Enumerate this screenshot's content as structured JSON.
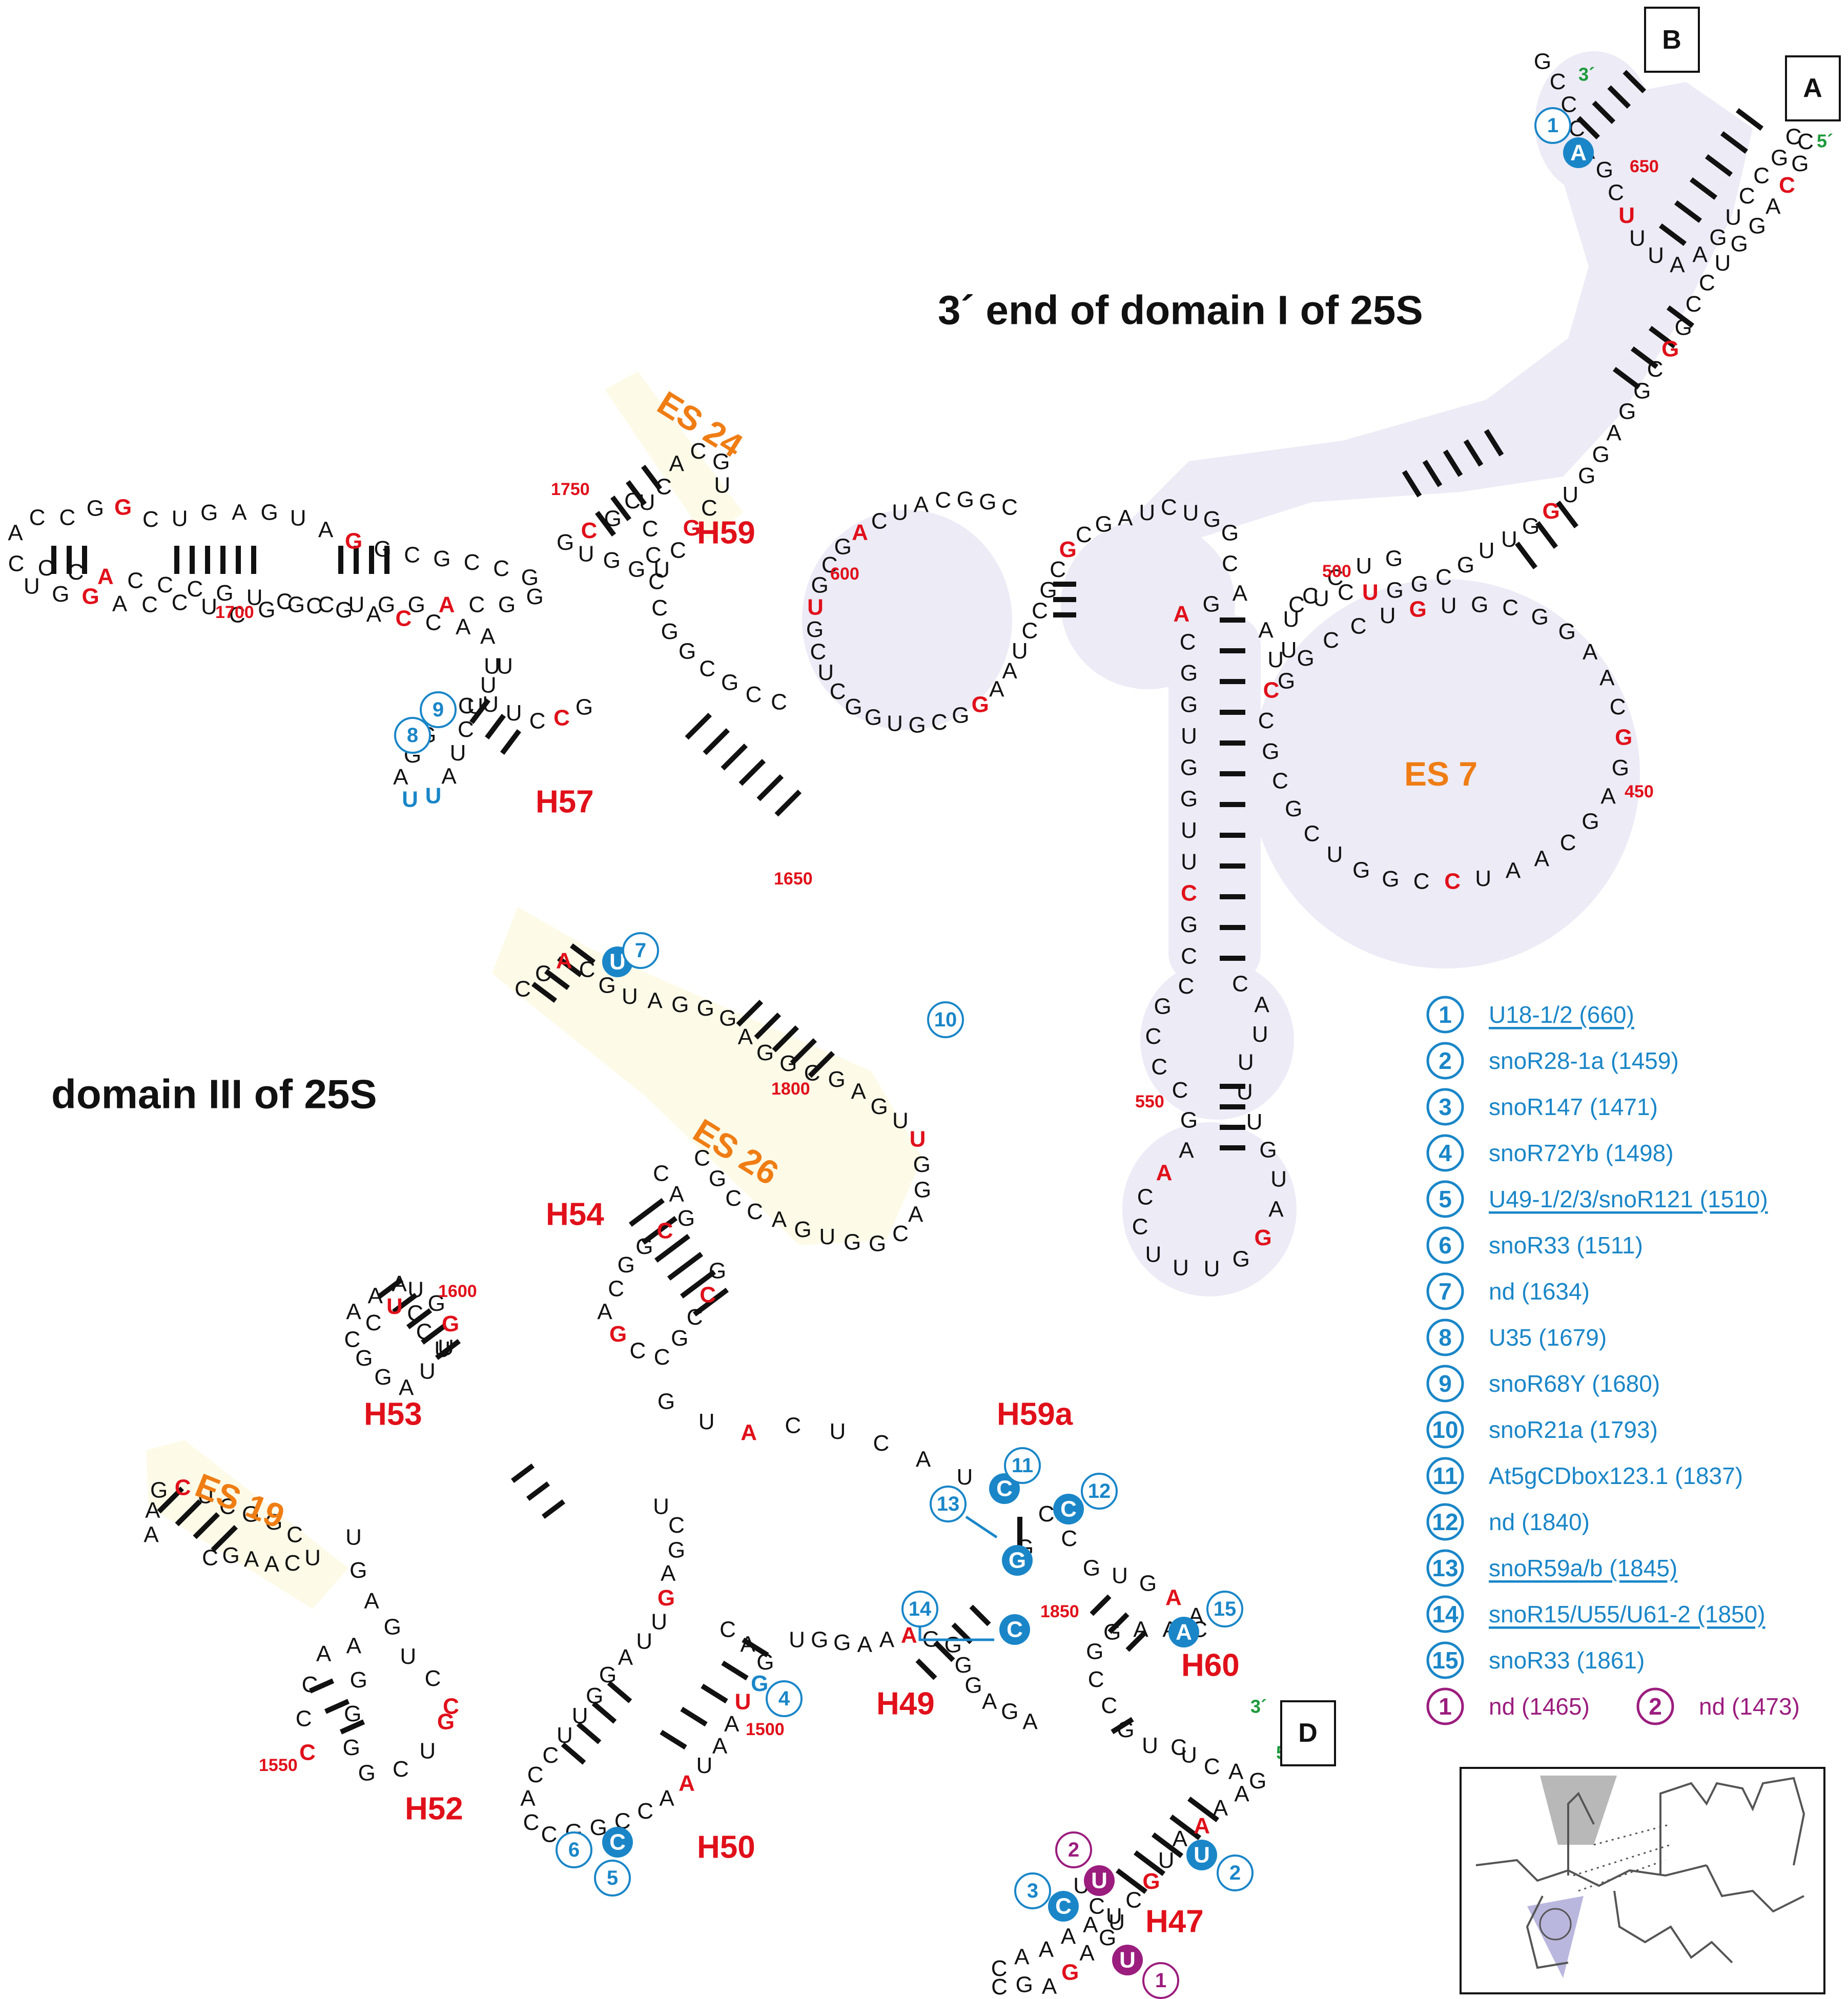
{
  "titles": {
    "domain_i": "3´ end of domain I of 25S",
    "domain_iii": "domain III of 25S"
  },
  "expansion_segments": [
    "ES 24",
    "ES 26",
    "ES 19",
    "ES 7"
  ],
  "helices": [
    "H59",
    "H57",
    "H54",
    "H53",
    "H52",
    "H50",
    "H49",
    "H47",
    "H60",
    "H59a"
  ],
  "panels": [
    "A",
    "B",
    "D"
  ],
  "ends": {
    "three_prime": "3´",
    "five_prime": "5´"
  },
  "positions": [
    "650",
    "600",
    "500",
    "450",
    "550",
    "1750",
    "1700",
    "1650",
    "1800",
    "1600",
    "1550",
    "1500",
    "1850"
  ],
  "nucleotides": {
    "es19_left": "AAGCUCGGC",
    "es19_loop": "CGAACU",
    "h52_stem": "UGAGUCC",
    "h52_stem2": "CCCAAGGGGCUG",
    "h53": "AAAUUCCGGAUUGGCCU",
    "h54": "CAGCGGCAGCCGCCG",
    "h50": "UCGAGUUAGGUUCCACCGGCCAAUAAUGGAC",
    "h49": "UGGAAAGGGGAGA",
    "h59a": "GUACUCAUACCG",
    "h60": "GUGAACAAGGCCGUC",
    "h47": "UCAGAAAAUGCUAAAACCGAGAGUCU",
    "es26": "CCACGUAGGGAGGCGAGUUGGACGGUGACCGC",
    "h57": "UUUCUAUUAGGCCUUCCG",
    "h59": "CACGUCGCUGGUGCGCUCCCCGGCGCC",
    "long_stem": "ACCGGCUGAGUAGGCGCCGGGCAGGUCGGCUCCAGGUCCCACCCGUCCGACCAAU",
    "domain_i_top": "GCCCAGCUUUAAGUCCGCCGCAGGUCCGGCGGAGGUGGUUGCGGUCUC",
    "es7": "AUCCGCGCUGGCCUAACGAGGCAAGGCGUGUCCGGUUCCUG",
    "domain_i_left": "CGGCAUCAGCGUGCUCGGUGCGGAAUCCGCGCGAUCUGG",
    "domain_i_lower": "CAGACGGUGGUUCGCCGCCCGAACCUUUGGAUGUUUUAC"
  },
  "legend": {
    "blue": [
      {
        "num": "1",
        "text": "U18-1/2 (660)",
        "underline": true
      },
      {
        "num": "2",
        "text": "snoR28-1a (1459)",
        "underline": false
      },
      {
        "num": "3",
        "text": "snoR147 (1471)",
        "underline": false
      },
      {
        "num": "4",
        "text": "snoR72Yb (1498)",
        "underline": false
      },
      {
        "num": "5",
        "text": "U49-1/2/3/snoR121 (1510)",
        "underline": true
      },
      {
        "num": "6",
        "text": "snoR33 (1511)",
        "underline": false
      },
      {
        "num": "7",
        "text": "nd (1634)",
        "underline": false
      },
      {
        "num": "8",
        "text": "U35 (1679)",
        "underline": false
      },
      {
        "num": "9",
        "text": "snoR68Y (1680)",
        "underline": false
      },
      {
        "num": "10",
        "text": "snoR21a (1793)",
        "underline": false
      },
      {
        "num": "11",
        "text": "At5gCDbox123.1 (1837)",
        "underline": false
      },
      {
        "num": "12",
        "text": "nd (1840)",
        "underline": false
      },
      {
        "num": "13",
        "text": "snoR59a/b (1845)",
        "underline": true
      },
      {
        "num": "14",
        "text": "snoR15/U55/U61-2 (1850)",
        "underline": true
      },
      {
        "num": "15",
        "text": "snoR33 (1861)",
        "underline": false
      }
    ],
    "purple": [
      {
        "num": "1",
        "text": "nd (1465)"
      },
      {
        "num": "2",
        "text": "nd (1473)"
      }
    ]
  },
  "colors": {
    "modified": "#e0101a",
    "site_blue": "#1a86c8",
    "site_purple": "#9b1d7e",
    "es_label": "#ef7d14",
    "domain_i_shade": "#ecebf6",
    "es_shade": "#fdfbe8",
    "end_label": "#1e9a3c"
  }
}
